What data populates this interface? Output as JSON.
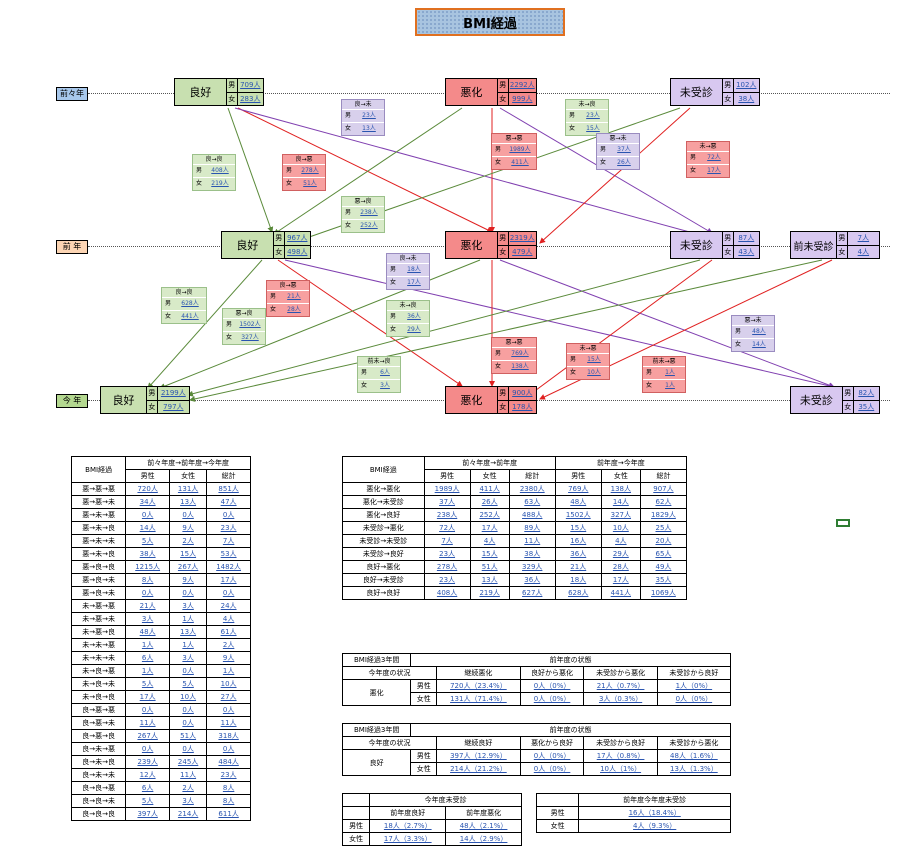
{
  "title": "BMI経過",
  "years": {
    "y2": "前々年",
    "y1": "前 年",
    "y0": "今 年"
  },
  "sex": {
    "m": "男",
    "f": "女"
  },
  "nodes": {
    "y2_good": {
      "label": "良好",
      "m": "709人",
      "f": "283人"
    },
    "y2_bad": {
      "label": "悪化",
      "m": "2292人",
      "f": "999人"
    },
    "y2_un": {
      "label": "未受診",
      "m": "102人",
      "f": "38人"
    },
    "y1_good": {
      "label": "良好",
      "m": "967人",
      "f": "498人"
    },
    "y1_bad": {
      "label": "悪化",
      "m": "2319人",
      "f": "479人"
    },
    "y1_un": {
      "label": "未受診",
      "m": "87人",
      "f": "43人"
    },
    "y1_preun": {
      "label": "前未受診",
      "m": "7人",
      "f": "4人"
    },
    "y0_good": {
      "label": "良好",
      "m": "2199人",
      "f": "797人"
    },
    "y0_bad": {
      "label": "悪化",
      "m": "900人",
      "f": "178人"
    },
    "y0_un": {
      "label": "未受診",
      "m": "82人",
      "f": "35人"
    }
  },
  "transitions": [
    {
      "h": "良→未",
      "m": "23人",
      "f": "13人"
    },
    {
      "h": "未→良",
      "m": "23人",
      "f": "15人"
    },
    {
      "h": "悪→悪",
      "m": "1989人",
      "f": "411人"
    },
    {
      "h": "悪→未",
      "m": "37人",
      "f": "26人"
    },
    {
      "h": "良→良",
      "m": "408人",
      "f": "219人"
    },
    {
      "h": "良→悪",
      "m": "278人",
      "f": "51人"
    },
    {
      "h": "未→悪",
      "m": "72人",
      "f": "17人"
    },
    {
      "h": "悪→良",
      "m": "238人",
      "f": "252人"
    },
    {
      "h": "良→未",
      "m": "18人",
      "f": "17人"
    },
    {
      "h": "良→良",
      "m": "628人",
      "f": "441人"
    },
    {
      "h": "良→悪",
      "m": "21人",
      "f": "28人"
    },
    {
      "h": "悪→良",
      "m": "1502人",
      "f": "327人"
    },
    {
      "h": "未→良",
      "m": "36人",
      "f": "29人"
    },
    {
      "h": "悪→未",
      "m": "48人",
      "f": "14人"
    },
    {
      "h": "悪→悪",
      "m": "769人",
      "f": "138人"
    },
    {
      "h": "未→悪",
      "m": "15人",
      "f": "10人"
    },
    {
      "h": "前未→悪",
      "m": "1人",
      "f": "1人"
    },
    {
      "h": "前未→良",
      "m": "6人",
      "f": "3人"
    }
  ],
  "table1": {
    "corner": "BMI経過",
    "group": "前々年度→前年度→今年度",
    "cols": [
      "男性",
      "女性",
      "総計"
    ],
    "rows": [
      [
        "悪→悪→悪",
        "720人",
        "131人",
        "851人"
      ],
      [
        "悪→悪→未",
        "34人",
        "13人",
        "47人"
      ],
      [
        "悪→未→悪",
        "0人",
        "0人",
        "0人"
      ],
      [
        "悪→未→良",
        "14人",
        "9人",
        "23人"
      ],
      [
        "悪→未→未",
        "5人",
        "2人",
        "7人"
      ],
      [
        "悪→未→良",
        "38人",
        "15人",
        "53人"
      ],
      [
        "悪→良→良",
        "1215人",
        "267人",
        "1482人"
      ],
      [
        "悪→良→未",
        "8人",
        "9人",
        "17人"
      ],
      [
        "悪→良→未",
        "0人",
        "0人",
        "0人"
      ],
      [
        "未→悪→悪",
        "21人",
        "3人",
        "24人"
      ],
      [
        "未→悪→未",
        "3人",
        "1人",
        "4人"
      ],
      [
        "未→悪→良",
        "48人",
        "13人",
        "61人"
      ],
      [
        "未→未→悪",
        "1人",
        "1人",
        "2人"
      ],
      [
        "未→未→未",
        "6人",
        "3人",
        "9人"
      ],
      [
        "未→良→悪",
        "1人",
        "0人",
        "1人"
      ],
      [
        "未→良→未",
        "5人",
        "5人",
        "10人"
      ],
      [
        "未→良→良",
        "17人",
        "10人",
        "27人"
      ],
      [
        "良→悪→悪",
        "0人",
        "0人",
        "0人"
      ],
      [
        "良→悪→未",
        "11人",
        "0人",
        "11人"
      ],
      [
        "良→悪→良",
        "267人",
        "51人",
        "318人"
      ],
      [
        "良→未→悪",
        "0人",
        "0人",
        "0人"
      ],
      [
        "良→未→良",
        "239人",
        "245人",
        "484人"
      ],
      [
        "良→未→未",
        "12人",
        "11人",
        "23人"
      ],
      [
        "良→良→悪",
        "6人",
        "2人",
        "8人"
      ],
      [
        "良→良→未",
        "5人",
        "3人",
        "8人"
      ],
      [
        "良→良→良",
        "397人",
        "214人",
        "611人"
      ]
    ]
  },
  "table2": {
    "corner": "BMI経過",
    "g1": "前々年度→前年度",
    "g2": "前年度→今年度",
    "cols": [
      "男性",
      "女性",
      "総計",
      "男性",
      "女性",
      "総計"
    ],
    "rows": [
      [
        "悪化→悪化",
        "1989人",
        "411人",
        "2380人",
        "769人",
        "138人",
        "907人"
      ],
      [
        "悪化→未受診",
        "37人",
        "26人",
        "63人",
        "48人",
        "14人",
        "62人"
      ],
      [
        "悪化→良好",
        "238人",
        "252人",
        "488人",
        "1502人",
        "327人",
        "1829人"
      ],
      [
        "未受診→悪化",
        "72人",
        "17人",
        "89人",
        "15人",
        "10人",
        "25人"
      ],
      [
        "未受診→未受診",
        "7人",
        "4人",
        "11人",
        "16人",
        "4人",
        "20人"
      ],
      [
        "未受診→良好",
        "23人",
        "15人",
        "38人",
        "36人",
        "29人",
        "65人"
      ],
      [
        "良好→悪化",
        "278人",
        "51人",
        "329人",
        "21人",
        "28人",
        "49人"
      ],
      [
        "良好→未受診",
        "23人",
        "13人",
        "36人",
        "18人",
        "17人",
        "35人"
      ],
      [
        "良好→良好",
        "408人",
        "219人",
        "627人",
        "628人",
        "441人",
        "1069人"
      ]
    ]
  },
  "table3": {
    "c1": "BMI経過3年間",
    "c2": "今年度の状況",
    "group": "前年度の状態",
    "status": "悪化",
    "cols": [
      "継続悪化",
      "良好から悪化",
      "未受診から悪化",
      "未受診から良好"
    ],
    "rows": [
      [
        "男性",
        "720人（23.4%）",
        "0人（0%）",
        "21人（0.7%）",
        "1人（0%）"
      ],
      [
        "女性",
        "131人（71.4%）",
        "0人（0%）",
        "3人（0.3%）",
        "0人（0%）"
      ]
    ]
  },
  "table4": {
    "c1": "BMI経過3年間",
    "c2": "今年度の状況",
    "group": "前年度の状態",
    "status": "良好",
    "cols": [
      "継続良好",
      "悪化から良好",
      "未受診から良好",
      "未受診から悪化"
    ],
    "rows": [
      [
        "男性",
        "397人（12.9%）",
        "0人（0%）",
        "17人（0.8%）",
        "48人（1.6%）"
      ],
      [
        "女性",
        "214人（21.2%）",
        "0人（0%）",
        "10人（1%）",
        "13人（1.3%）"
      ]
    ]
  },
  "table5": {
    "title": "今年度未受診",
    "cols": [
      "前年度良好",
      "前年度悪化"
    ],
    "rows": [
      [
        "男性",
        "18人（2.7%）",
        "48人（2.1%）"
      ],
      [
        "女性",
        "17人（3.3%）",
        "14人（2.9%）"
      ]
    ]
  },
  "table6": {
    "title": "前年度今年度未受診",
    "rows": [
      [
        "男性",
        "16人（18.4%）"
      ],
      [
        "女性",
        "4人（9.3%）"
      ]
    ]
  },
  "colors": {
    "green": "#c8e0b0",
    "red": "#f48a8a",
    "purple": "#d8c8f0",
    "link": "#2a55b0"
  }
}
